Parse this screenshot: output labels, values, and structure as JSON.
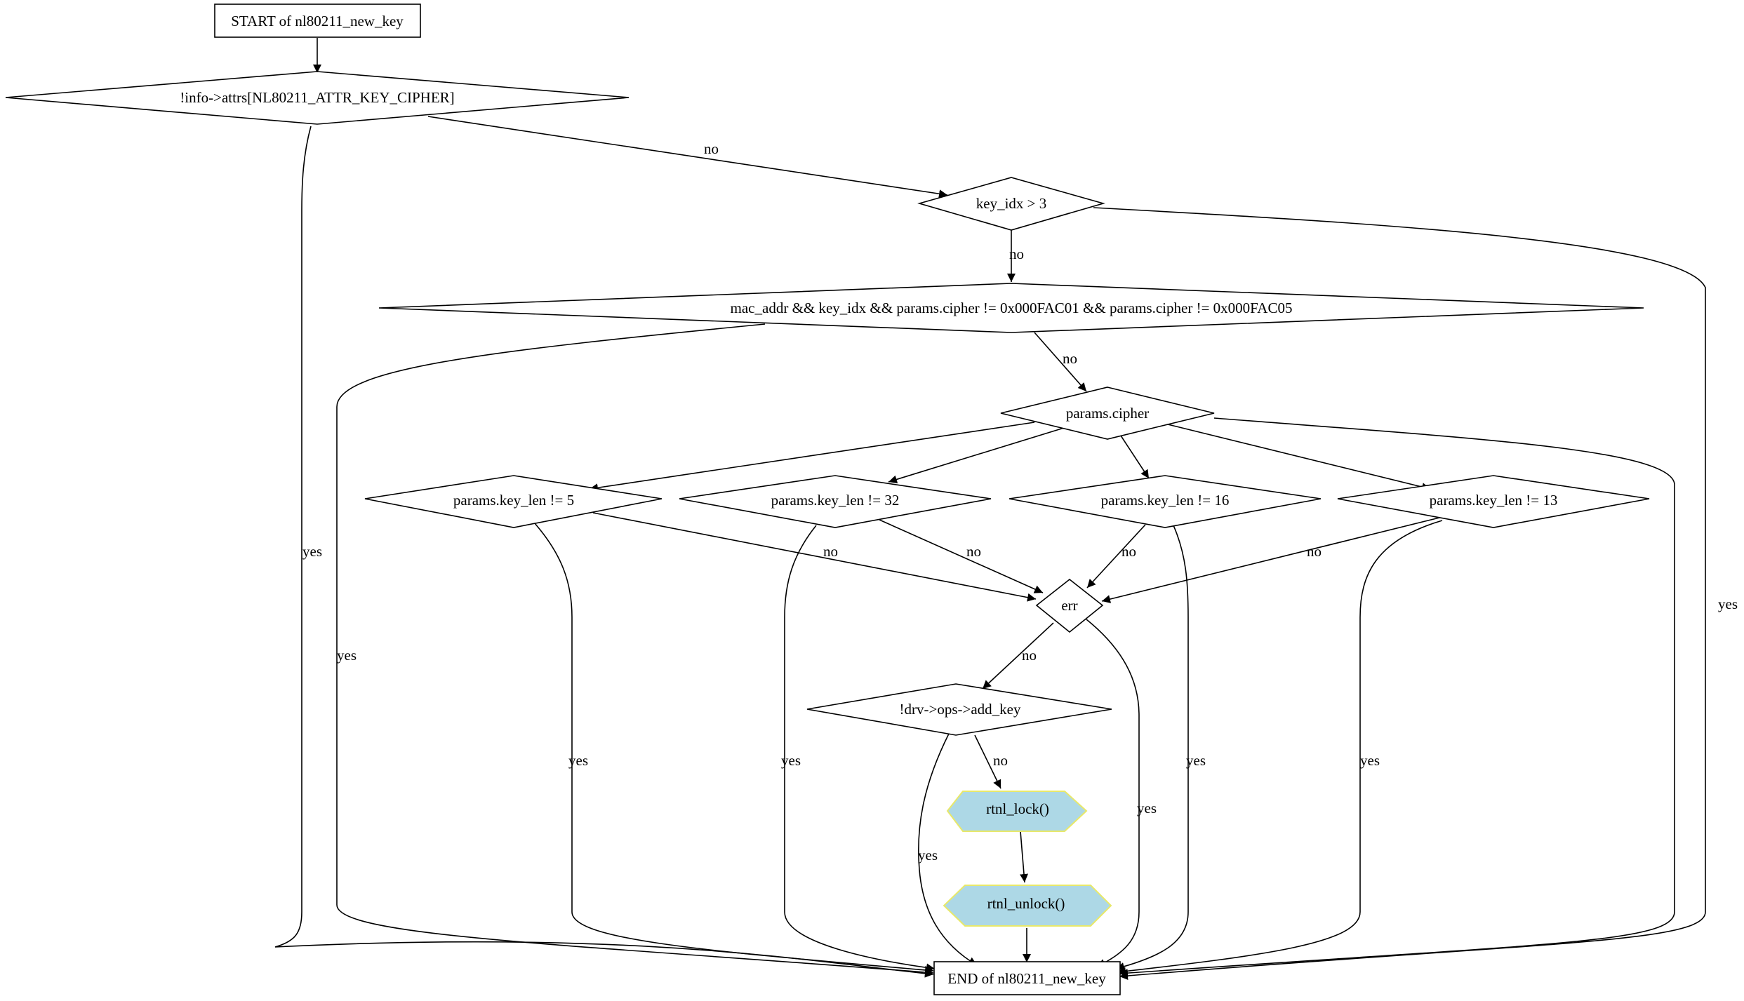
{
  "diagram": {
    "nodes": {
      "start": "START of nl80211_new_key",
      "cipher_attr": "!info->attrs[NL80211_ATTR_KEY_CIPHER]",
      "key_idx": "key_idx > 3",
      "mac_addr": "mac_addr && key_idx && params.cipher != 0x000FAC01 && params.cipher != 0x000FAC05",
      "params_cipher": "params.cipher",
      "keylen5": "params.key_len != 5",
      "keylen32": "params.key_len != 32",
      "keylen16": "params.key_len != 16",
      "keylen13": "params.key_len != 13",
      "err": "err",
      "add_key": "!drv->ops->add_key",
      "rtnl_lock": "rtnl_lock()",
      "rtnl_unlock": "rtnl_unlock()",
      "end": "END of nl80211_new_key"
    },
    "edge_labels": {
      "yes": "yes",
      "no": "no"
    },
    "colors": {
      "hexagon_fill": "#add8e6",
      "hexagon_stroke": "#e8e86a",
      "line": "#000000"
    }
  }
}
